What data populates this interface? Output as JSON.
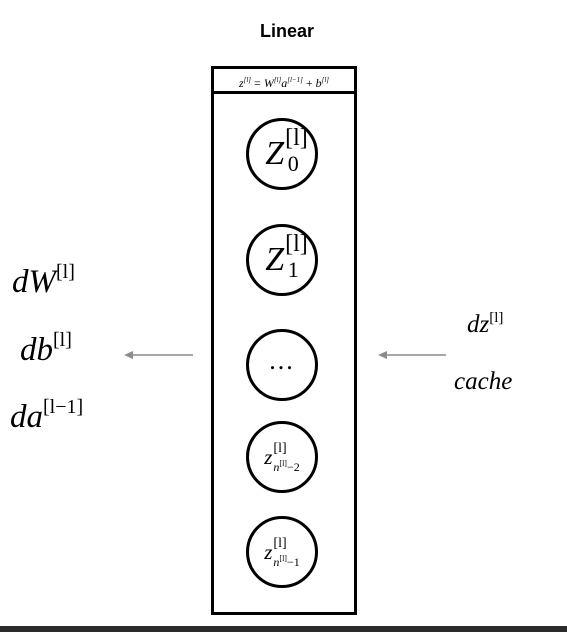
{
  "title": "Linear",
  "equation": {
    "lhs": "z",
    "rhs1": "W",
    "rhs2": "a",
    "rhs3": "b",
    "sup_l": "[l]",
    "sup_lm1": "[l−1]"
  },
  "neurons": [
    {
      "base": "Z",
      "sup": "[l]",
      "sub": "0"
    },
    {
      "base": "Z",
      "sup": "[l]",
      "sub": "1"
    },
    {
      "text": "..."
    },
    {
      "base": "z",
      "sup": "[l]",
      "sub_base": "n",
      "sub_sup": "[l]",
      "sub_tail": "−2"
    },
    {
      "base": "z",
      "sup": "[l]",
      "sub_base": "n",
      "sub_sup": "[l]",
      "sub_tail": "−1"
    }
  ],
  "outputs": [
    {
      "base": "dW",
      "sup": "[l]"
    },
    {
      "base": "db",
      "sup": "[l]"
    },
    {
      "base": "da",
      "sup": "[l−1]"
    }
  ],
  "inputs": [
    {
      "base": "dz",
      "sup": "[l]"
    },
    {
      "base": "cache"
    }
  ],
  "colors": {
    "stroke": "#000000",
    "arrow": "#8c8c8c",
    "bar": "#2b2b2b"
  }
}
